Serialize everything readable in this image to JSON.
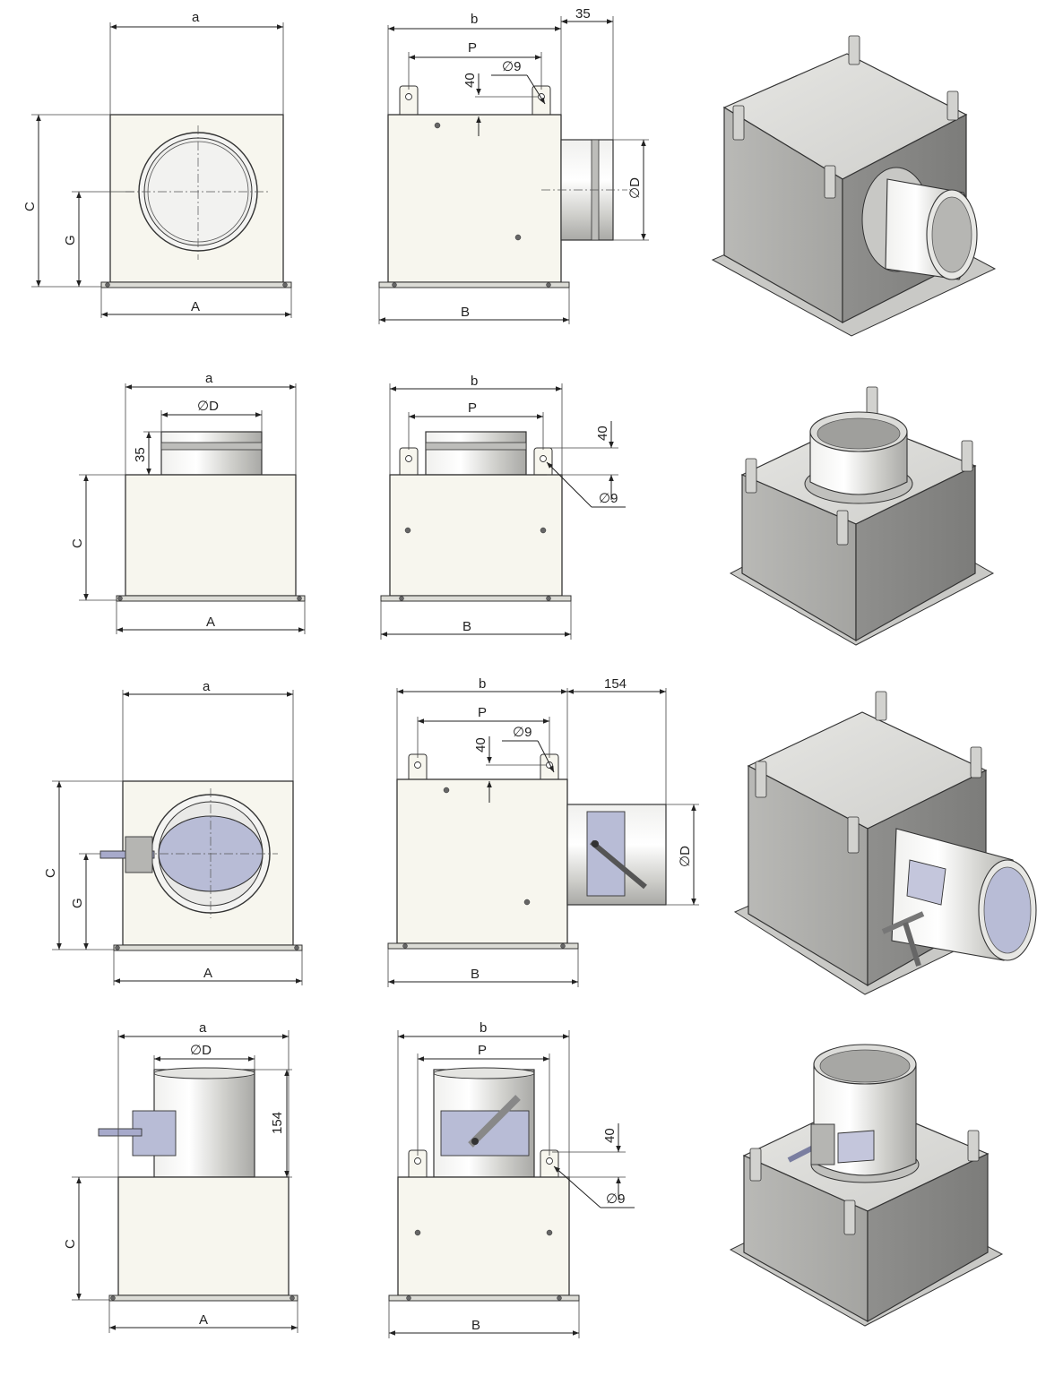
{
  "drawings": [
    {
      "front": {
        "width_top": "a",
        "width_base": "A",
        "height": "C",
        "axis_height": "G"
      },
      "side": {
        "width_top": "b",
        "width_base": "B",
        "pitch": "P",
        "offset": "40",
        "hole": "∅9",
        "spigot_length": "35",
        "spigot_diameter": "∅D"
      }
    },
    {
      "front": {
        "width_top": "a",
        "width_base": "A",
        "height": "C",
        "spigot_diameter": "∅D",
        "spigot_length": "35"
      },
      "side": {
        "width_top": "b",
        "width_base": "B",
        "pitch": "P",
        "offset": "40",
        "hole": "∅9"
      }
    },
    {
      "front": {
        "width_top": "a",
        "width_base": "A",
        "height": "C",
        "axis_height": "G"
      },
      "side": {
        "width_top": "b",
        "width_base": "B",
        "pitch": "P",
        "offset": "40",
        "hole": "∅9",
        "spigot_length": "154",
        "spigot_diameter": "∅D"
      }
    },
    {
      "front": {
        "width_top": "a",
        "width_base": "A",
        "height": "C",
        "spigot_diameter": "∅D",
        "spigot_length": "154"
      },
      "side": {
        "width_top": "b",
        "width_base": "B",
        "pitch": "P",
        "offset": "40",
        "hole": "∅9"
      }
    }
  ],
  "colors": {
    "panel": "#f7f6ee",
    "metal_light": "#d9d9d6",
    "metal_dark": "#8d8d8b",
    "damper_blade": "#b8bcd6",
    "line": "#222222"
  }
}
